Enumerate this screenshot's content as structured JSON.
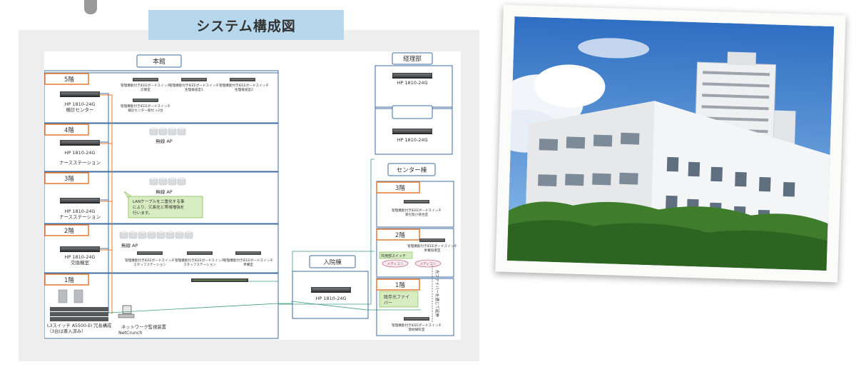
{
  "title": "システム構成図",
  "buildings": {
    "main": "本館",
    "accounting": "経理部",
    "center": "センター棟",
    "ward": "入院棟"
  },
  "floors": {
    "f5": "5階",
    "f4": "4階",
    "f3": "3階",
    "f2": "2階",
    "f1": "1階",
    "c3": "3階",
    "c2": "2階",
    "c1": "1階"
  },
  "main_switches": {
    "f5_model": "HP 1810-24G",
    "f5_place": "検診センター",
    "f4_model": "HP 1810-24G",
    "f4_place": "ナースステーション",
    "f3_model": "HP 1810-24G",
    "f3_place": "ナースステーション",
    "f2_model": "HP 1810-24G",
    "f2_place": "交換機室"
  },
  "f5_devices": [
    {
      "line1": "管理機能付きIEEEボードスイッチ",
      "line2": "診察室"
    },
    {
      "line1": "管理機能付きIEEEボードスイッチ",
      "line2": "生理検査室1"
    },
    {
      "line1": "管理機能付きIEEEボードスイッチ",
      "line2": "生理検査室2"
    },
    {
      "line1": "管理機能付きIEEEボードスイッチ",
      "line2": "検診センター受付 ×2台"
    }
  ],
  "f2_devices": [
    {
      "line1": "管理機能付きIEEEボードスイッチ",
      "line2": "スタッフステーション"
    },
    {
      "line1": "管理機能付きIEEEボードスイッチ",
      "line2": "スタッフステーション"
    },
    {
      "line1": "管理機能付きIEEEボードスイッチ",
      "line2": "準備室"
    }
  ],
  "wireless_ap": "無線 AP",
  "callout": {
    "l1": "LANケーブルを二重化する事",
    "l2": "により、冗長化と帯域増強を",
    "l3": "行います。"
  },
  "core": {
    "l1": "L3スイッチ A5500-EI 冗長構成",
    "l2": "（3台は導入済み）"
  },
  "monitor": {
    "l1": "ネットワーク監視装置",
    "l2": "NetCrunch"
  },
  "accounting_switch": "HP 1810-24G",
  "unnamed_switch": "HP 1810-24G",
  "ward_switch": "HP 1810-24G",
  "center": {
    "c3_l1": "管理機能付きIEEEボードスイッチ",
    "c3_l2": "受付及び待合室",
    "c2_l1": "管理機能付きIEEEボードスイッチ",
    "c2_l2": "栄養指導室",
    "c2_tag": "共用部スイッチ",
    "media1": "メディコン",
    "media2": "メディコン",
    "c1_note_l1": "既存光ファイ",
    "c1_note_l2": "バー",
    "vertical_note": "光ファイバーを通じて延伸",
    "c1_l1": "管理機能付きIEEEボードスイッチ",
    "c1_l2": "放射線科室"
  },
  "colors": {
    "accent": "#e87a2e",
    "box_line": "#3e6ea3",
    "banner": "#b7d7ec",
    "fiber": "#3e9a86"
  }
}
